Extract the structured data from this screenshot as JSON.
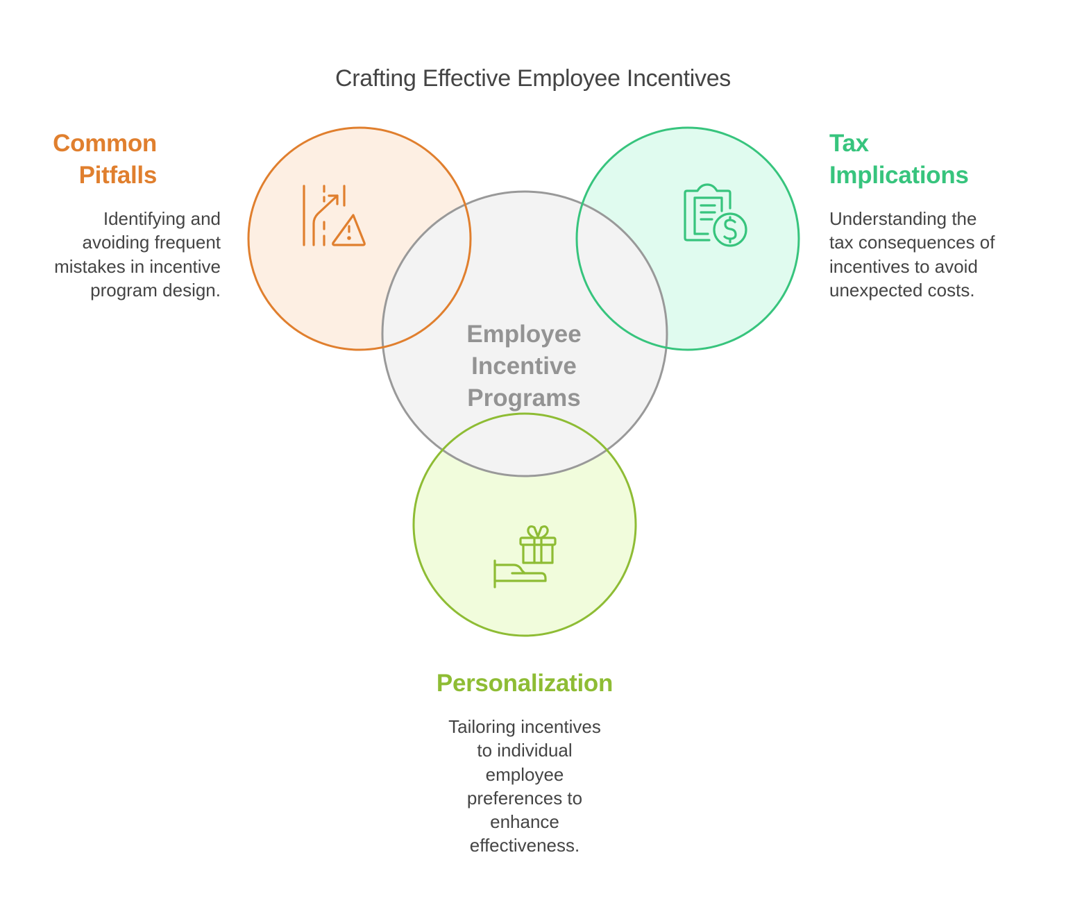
{
  "title": "Crafting Effective Employee Incentives",
  "center": {
    "label_lines": [
      "Employee",
      "Incentive",
      "Programs"
    ],
    "colors": {
      "fill": "#f3f3f3",
      "stroke": "#999999",
      "text": "#939393"
    }
  },
  "nodes": [
    {
      "id": "pitfalls",
      "heading_lines": [
        "Common",
        "Pitfalls"
      ],
      "description": "Identifying and avoiding frequent mistakes in incentive program design.",
      "description_lines": [
        "Identifying and",
        "avoiding frequent",
        "mistakes in incentive",
        "program design."
      ],
      "icon": "road-warning-icon",
      "colors": {
        "accent": "#e07f2e",
        "fill": "#fdefe3"
      }
    },
    {
      "id": "tax",
      "heading_lines": [
        "Tax",
        "Implications"
      ],
      "description": "Understanding the tax consequences of incentives to avoid unexpected costs.",
      "description_lines": [
        "Understanding the",
        "tax consequences of",
        "incentives to avoid",
        "unexpected costs."
      ],
      "icon": "clipboard-dollar-icon",
      "colors": {
        "accent": "#37c47d",
        "fill": "#e0fbef"
      }
    },
    {
      "id": "personalization",
      "heading_lines": [
        "Personalization"
      ],
      "description": "Tailoring incentives to individual employee preferences to enhance effectiveness.",
      "description_lines": [
        "Tailoring incentives",
        "to individual",
        "employee",
        "preferences to",
        "enhance",
        "effectiveness."
      ],
      "icon": "hand-gift-icon",
      "colors": {
        "accent": "#8ebc34",
        "fill": "#f1fcdc"
      }
    }
  ]
}
